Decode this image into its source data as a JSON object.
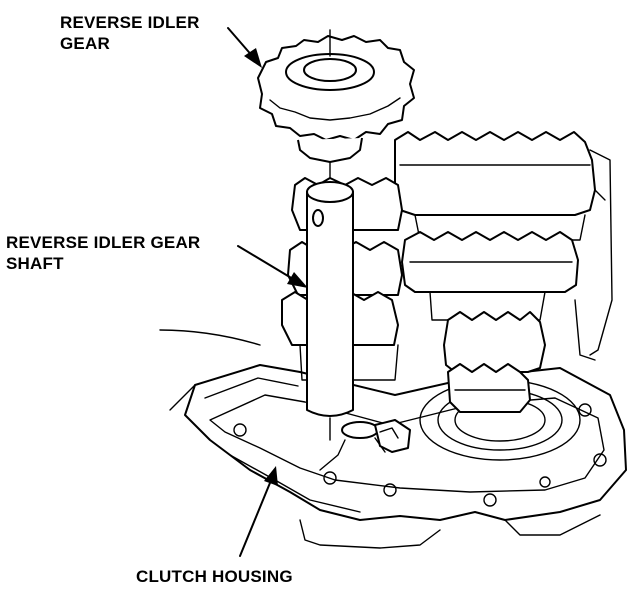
{
  "labels": {
    "reverse_idler_gear": [
      "REVERSE IDLER",
      "GEAR"
    ],
    "reverse_idler_gear_shaft": [
      "REVERSE IDLER GEAR",
      "SHAFT"
    ],
    "clutch_housing": "CLUTCH HOUSING"
  }
}
